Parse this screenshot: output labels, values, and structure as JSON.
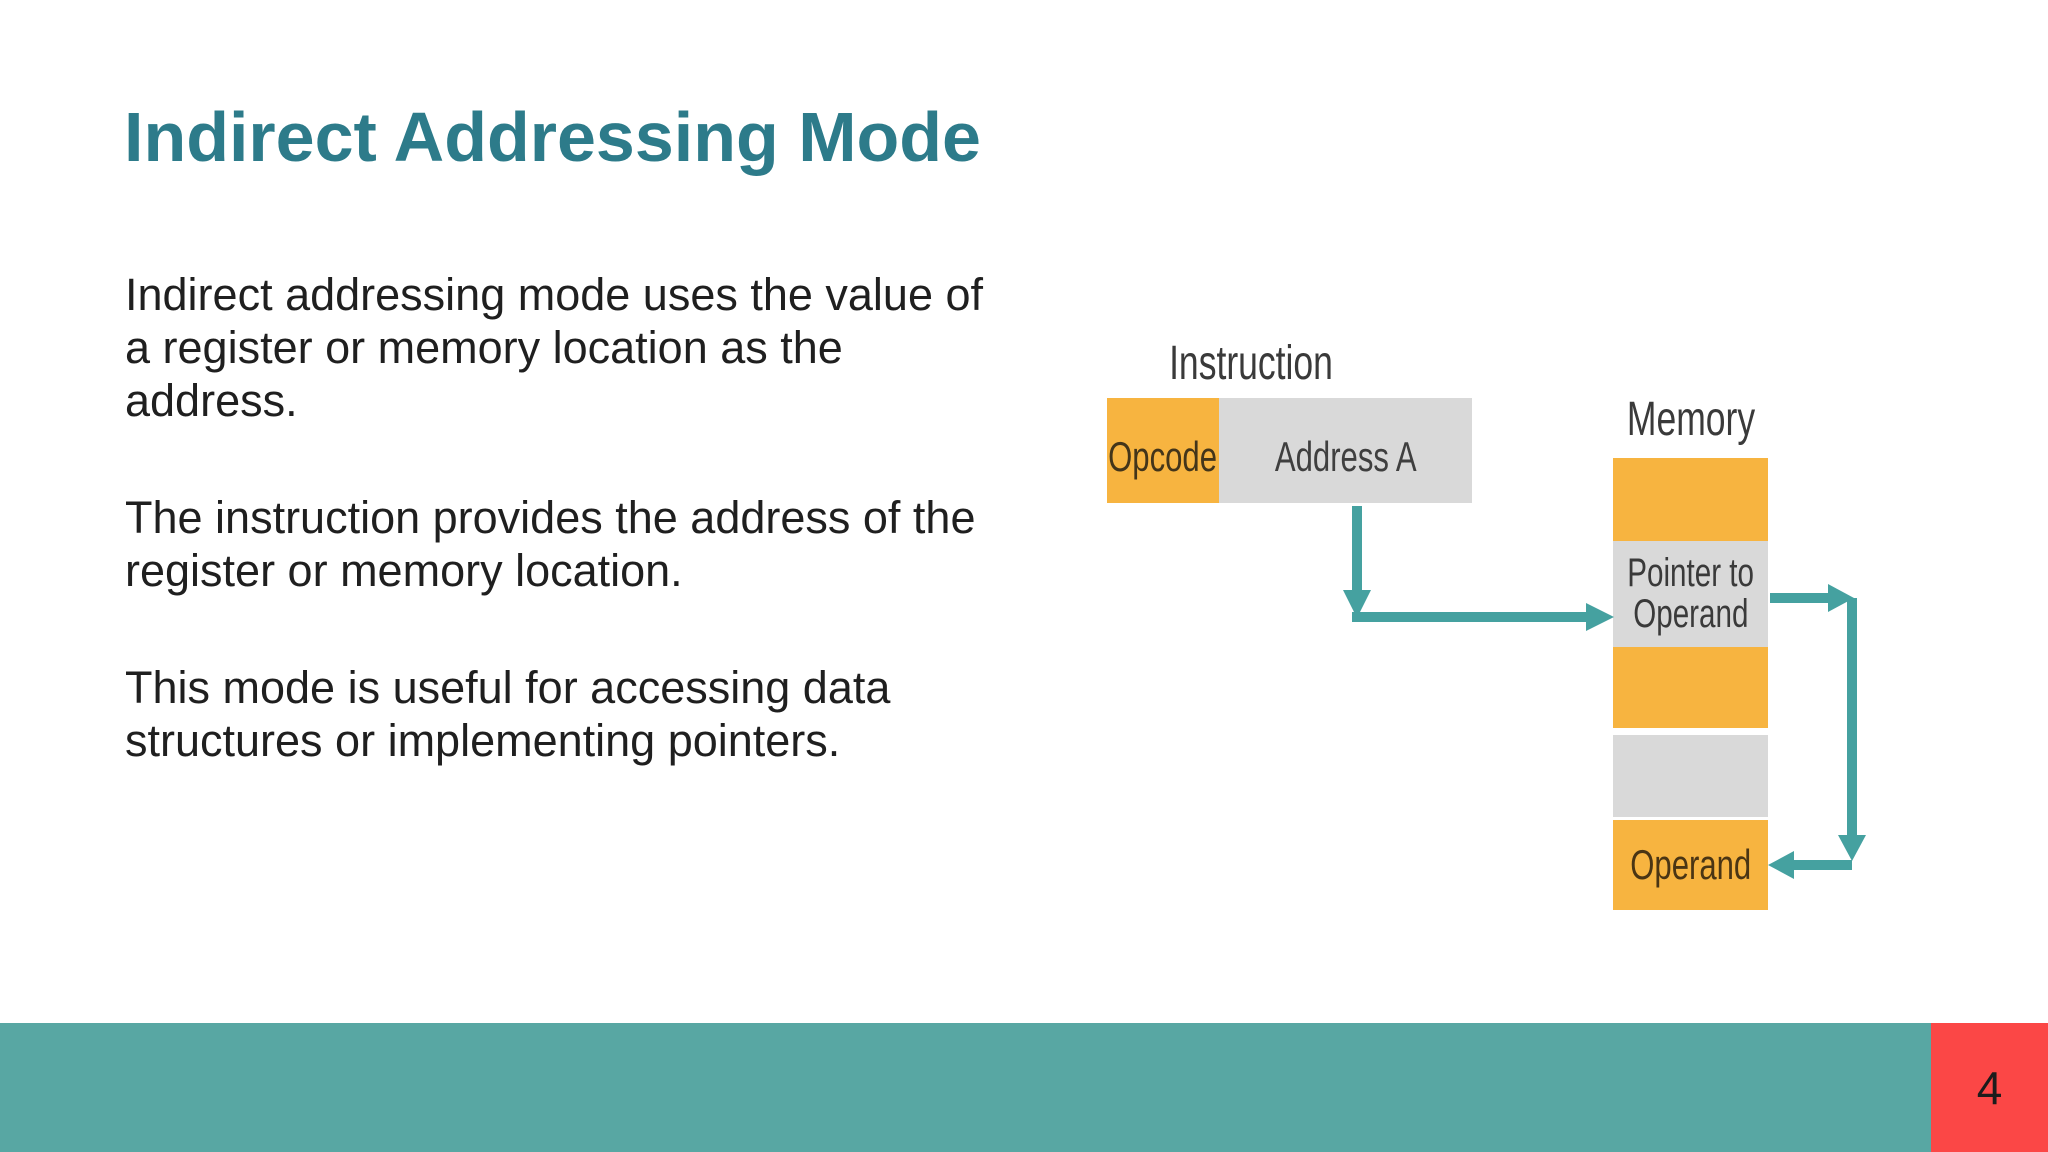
{
  "slide": {
    "title": "Indirect Addressing Mode",
    "page_number": "4",
    "paragraphs": [
      {
        "lines": [
          "Indirect addressing mode uses the value of",
          "a register or memory location as the",
          "address."
        ]
      },
      {
        "lines": [
          "The instruction provides the address of the",
          "register or memory location."
        ]
      },
      {
        "lines": [
          "This mode is useful for accessing data",
          "structures or implementing pointers."
        ]
      }
    ]
  },
  "diagram": {
    "instruction_label": "Instruction",
    "memory_label": "Memory",
    "instruction_box": {
      "opcode": "Opcode",
      "address": "Address A"
    },
    "pointer_cell": {
      "line1": "Pointer to",
      "line2": "Operand"
    },
    "operand_cell": "Operand"
  },
  "colors": {
    "title": "#2d7b8a",
    "body_text": "#1f1f1f",
    "footer_bar": "#58a7a3",
    "page_box_red": "#fb4746",
    "cell_orange": "#f7b440",
    "cell_gray": "#d9d9d9",
    "arrow_teal": "#45a1a0"
  }
}
